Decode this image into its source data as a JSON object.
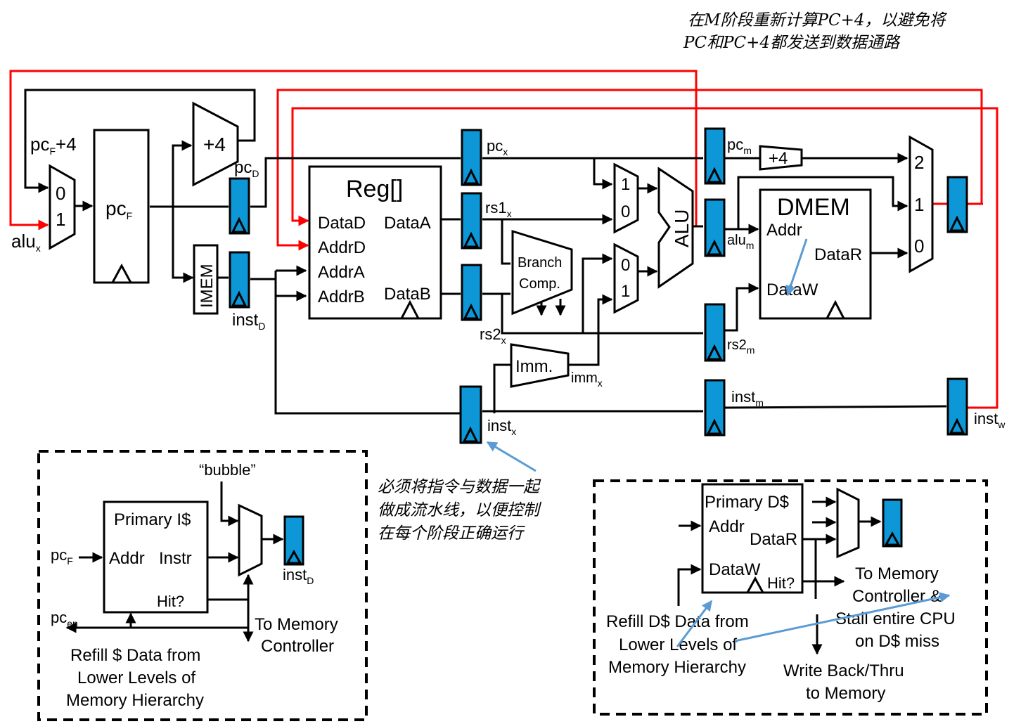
{
  "notes": {
    "top_right_line1": "在M阶段重新计算PC+4，以避免将",
    "top_right_line2": "PC和PC+4都发送到数据通路",
    "middle_line1": "必须将指令与数据一起",
    "middle_line2": "做成流水线，以便控制",
    "middle_line3": "在每个阶段正确运行"
  },
  "labels": {
    "pcF4_main": "pc",
    "pcF4_sub": "F",
    "pcF4_tail": "+4",
    "alux_main": "alu",
    "alux_sub": "x",
    "mux_in0": "0",
    "mux_in1": "1",
    "pcF_main": "pc",
    "pcF_sub": "F",
    "plus4": "+4",
    "pcD_main": "pc",
    "pcD_sub": "D",
    "imem": "IMEM",
    "instD_main": "inst",
    "instD_sub": "D",
    "regfile": "Reg[]",
    "dataD": "DataD",
    "addrD": "AddrD",
    "addrA": "AddrA",
    "addrB": "AddrB",
    "dataA": "DataA",
    "dataB": "DataB",
    "pcx_main": "pc",
    "pcx_sub": "x",
    "rs1x_main": "rs1",
    "rs1x_sub": "x",
    "rs2x_main": "rs2",
    "rs2x_sub": "x",
    "branch1": "Branch",
    "branch2": "Comp.",
    "imm": "Imm.",
    "immx_main": "imm",
    "immx_sub": "x",
    "instx_main": "inst",
    "instx_sub": "x",
    "alu": "ALU",
    "pcm_main": "pc",
    "pcm_sub": "m",
    "plus4_m": "+4",
    "alum_main": "alu",
    "alum_sub": "m",
    "rs2m_main": "rs2",
    "rs2m_sub": "m",
    "instm_main": "inst",
    "instm_sub": "m",
    "dmem": "DMEM",
    "dmem_addr": "Addr",
    "dmem_dataw": "DataW",
    "dmem_datar": "DataR",
    "wb_in2": "2",
    "wb_in1": "1",
    "wb_in0": "0",
    "instw_main": "inst",
    "instw_sub": "w"
  },
  "icache": {
    "bubble": "“bubble”",
    "title": "Primary I$",
    "addr": "Addr",
    "instr": "Instr",
    "hit": "Hit?",
    "pcF_main": "pc",
    "pcF_sub": "F",
    "pcen_main": "pc",
    "pcen_sub": "en",
    "instD_main": "inst",
    "instD_sub": "D",
    "to_mem1": "To Memory",
    "to_mem2": "Controller",
    "refill1": "Refill $ Data from",
    "refill2": "Lower Levels of",
    "refill3": "Memory Hierarchy"
  },
  "dcache": {
    "title": "Primary D$",
    "addr": "Addr",
    "datar": "DataR",
    "dataw": "DataW",
    "hit": "Hit?",
    "to_mem1": "To Memory",
    "to_mem2": "Controller &",
    "to_mem3": "Stall entire CPU",
    "to_mem4": "on D$ miss",
    "refill1": "Refill D$ Data from",
    "refill2": "Lower Levels of",
    "refill3": "Memory Hierarchy",
    "wb1": "Write Back/Thru",
    "wb2": "to Memory"
  },
  "colors": {
    "pipeline_register": "#0d97d6",
    "writeback_path": "#ff0000",
    "annotation_arrow": "#5b9bd5"
  }
}
